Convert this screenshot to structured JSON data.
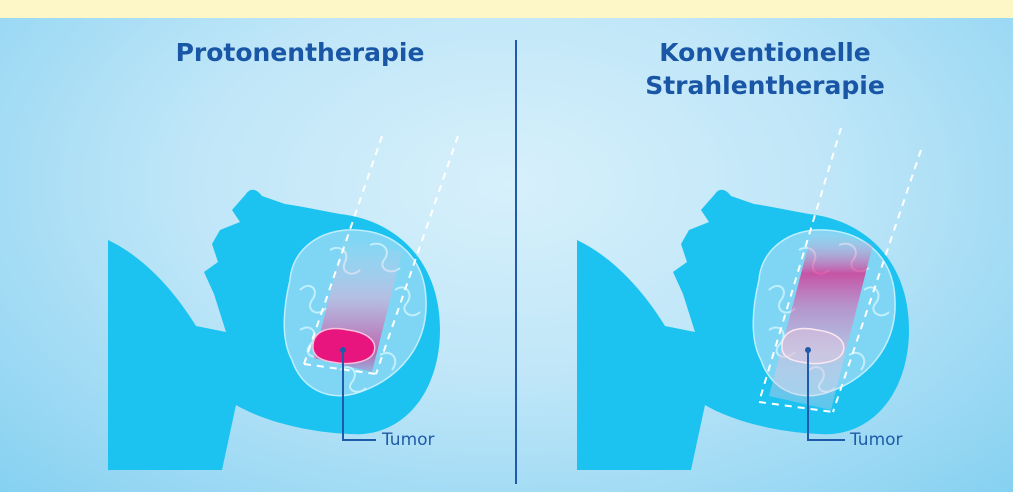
{
  "panels": [
    {
      "title": "Protonentherapie",
      "tumor_label": "Tumor"
    },
    {
      "title": "Konventionelle\nStrahlentherapie",
      "tumor_label": "Tumor"
    }
  ],
  "colors": {
    "head": "#1cc3f0",
    "brain_outline": "#a7e5fa",
    "tumor": "#e8157f",
    "leader_line": "#1f5ba8",
    "title": "#1a56a6"
  }
}
